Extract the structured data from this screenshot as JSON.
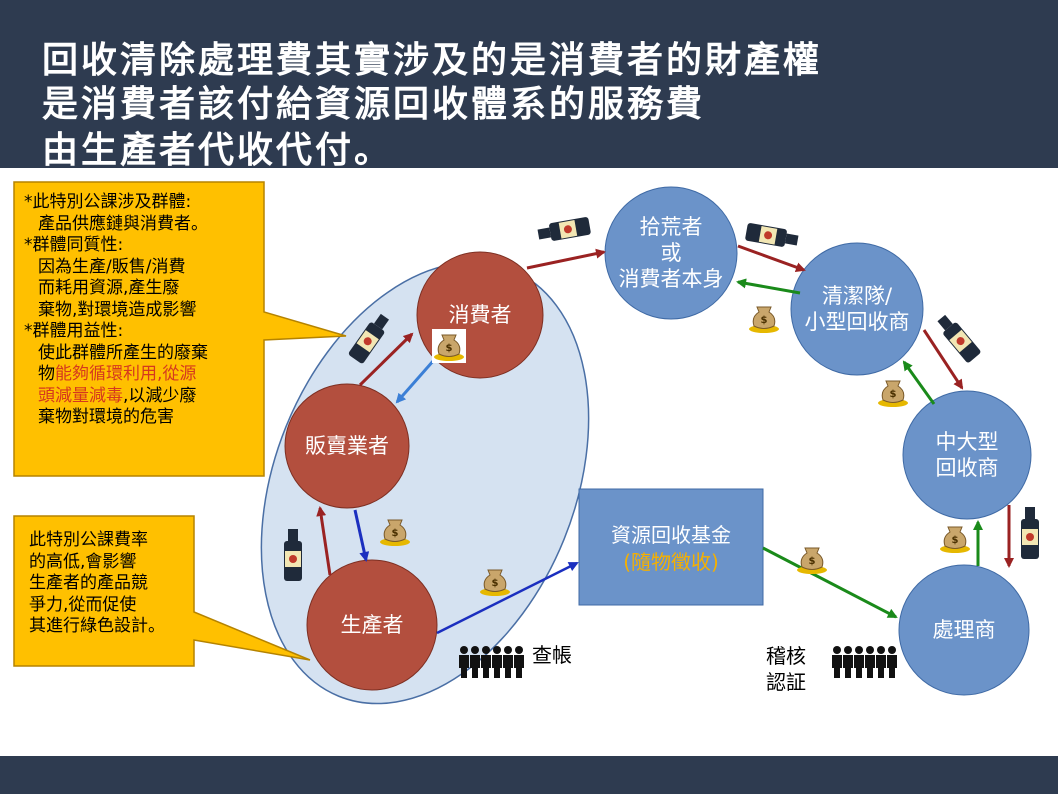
{
  "title": {
    "line1": "回收清除處理費其實涉及的是消費者的財產權",
    "line2": "是消費者該付給資源回收體系的服務費",
    "line3": "由生產者代收代付。"
  },
  "nodes": {
    "consumer": "消費者",
    "retailer": "販賣業者",
    "producer": "生產者",
    "scavenger_line1": "拾荒者",
    "scavenger_line2": "或",
    "scavenger_line3": "消費者本身",
    "cleaning_line1": "清潔隊/",
    "cleaning_line2": "小型回收商",
    "midlarge_line1": "中大型",
    "midlarge_line2": "回收商",
    "processor": "處理商"
  },
  "fund": {
    "label": "資源回收基金",
    "sub": "(隨物徵收)"
  },
  "callout1": {
    "l1": "*此特別公課涉及群體:",
    "l2": "產品供應鏈與消費者。",
    "l3": "*群體同質性:",
    "l4": "因為生產/販售/消費",
    "l5": "而耗用資源,產生廢",
    "l6": "棄物,對環境造成影響",
    "l7": "*群體用益性:",
    "l8": "使此群體所產生的廢棄",
    "l9a": "物",
    "l9b": "能夠循環利用,從源",
    "l10a": "頭減量減毒",
    "l10b": ",以減少廢",
    "l11": "棄物對環境的危害"
  },
  "callout2": {
    "l1": "此特別公課費率",
    "l2": "的高低,會影響",
    "l3": "生產者的產品競",
    "l4": "爭力,從而促使",
    "l5": "其進行綠色設計。"
  },
  "audit_left": "查帳",
  "audit_right_l1": "稽核",
  "audit_right_l2": "認証",
  "colors": {
    "header": "#2e3b50",
    "node_brown": "#b34f3e",
    "node_blue": "#6b93c9",
    "ellipse_fill": "#d5e2f1",
    "callout": "#ffc000",
    "red_arrow": "#9a2222",
    "blue_arrow": "#1b2fbf",
    "green_arrow": "#1a8a1a"
  }
}
